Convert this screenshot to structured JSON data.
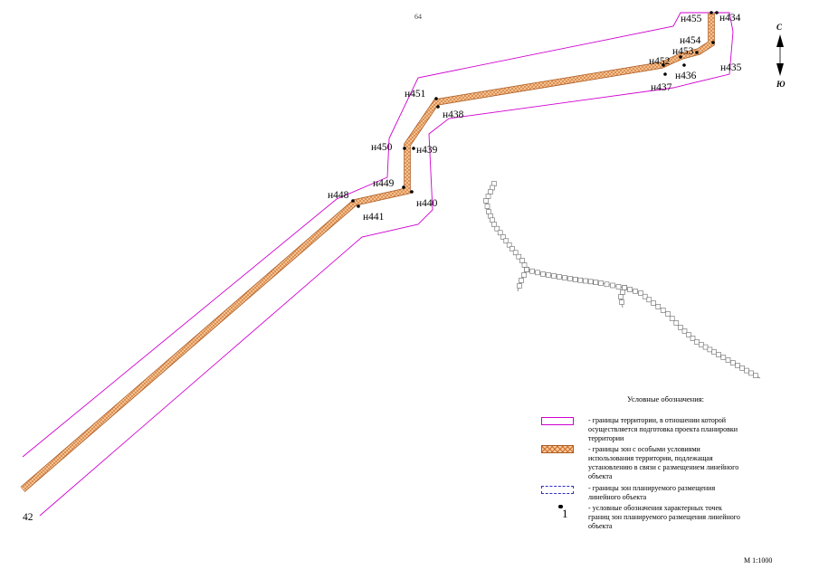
{
  "page_number": "64",
  "scale": "М 1:1000",
  "compass": {
    "north": "С",
    "south": "Ю"
  },
  "points": [
    {
      "id": "н455",
      "label": "н455"
    },
    {
      "id": "н434",
      "label": "н434"
    },
    {
      "id": "н454",
      "label": "н454"
    },
    {
      "id": "н453",
      "label": "н453"
    },
    {
      "id": "н452",
      "label": "н452"
    },
    {
      "id": "н436",
      "label": "н436"
    },
    {
      "id": "н435",
      "label": "н435"
    },
    {
      "id": "н437",
      "label": "н437"
    },
    {
      "id": "н451",
      "label": "н451"
    },
    {
      "id": "н438",
      "label": "н438"
    },
    {
      "id": "н450",
      "label": "н450"
    },
    {
      "id": "н439",
      "label": "н439"
    },
    {
      "id": "н449",
      "label": "н449"
    },
    {
      "id": "н448",
      "label": "н448"
    },
    {
      "id": "н440",
      "label": "н440"
    },
    {
      "id": "н441",
      "label": "н441"
    },
    {
      "id": "42",
      "label": "42"
    }
  ],
  "legend": {
    "title": "Условные обозначения:",
    "items": [
      {
        "label": "- границы территории, в отношении которой осуществляется подготовка проекта планировки территории",
        "color": "#d000d0"
      },
      {
        "label": "- границы зон с особыми условиями использования территории, подлежащая установлению в связи с размещением линейного объекта",
        "color": "#e8823a"
      },
      {
        "label": "- границы зон планируемого размещения линейного объекта",
        "color": "#3030c0"
      },
      {
        "label": "- условные обозначения характерных точек границ зон планируемого размещения линейного объекта",
        "marker_label": "1"
      }
    ]
  }
}
